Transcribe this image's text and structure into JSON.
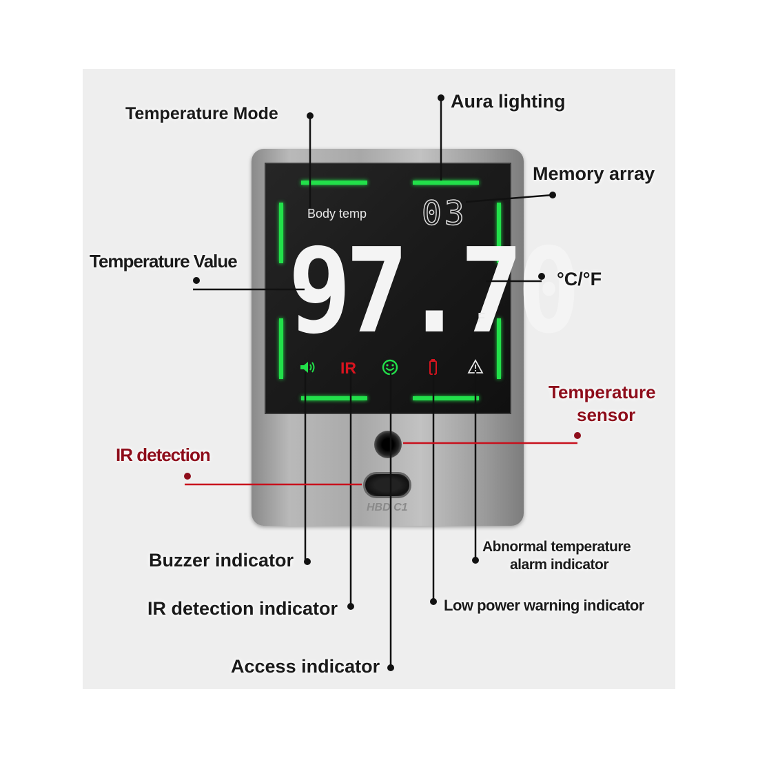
{
  "screen": {
    "mode_label": "Body temp",
    "memory_value": "03",
    "temperature_value": "97.70",
    "unit": "F",
    "model_label": "HBD C1"
  },
  "indicators": {
    "buzzer_icon": "speaker-icon",
    "ir_text": "IR",
    "access_icon": "smiley-icon",
    "battery_icon": "battery-icon",
    "alarm_icon": "warning-triangle-icon"
  },
  "callouts": {
    "temperature_mode": "Temperature Mode",
    "aura_lighting": "Aura lighting",
    "memory_array": "Memory array",
    "temperature_value": "Temperature Value",
    "unit_toggle": "°C/°F",
    "temperature_sensor_line1": "Temperature",
    "temperature_sensor_line2": "sensor",
    "ir_detection": "IR detection",
    "buzzer_indicator": "Buzzer indicator",
    "ir_detection_indicator": "IR detection indicator",
    "access_indicator": "Access indicator",
    "abnormal_alarm_line1": "Abnormal temperature",
    "abnormal_alarm_line2": "alarm indicator",
    "low_power_indicator": "Low power warning indicator"
  },
  "colors": {
    "aura_green": "#22e04a",
    "indicator_red": "#d8141f",
    "callout_red": "#8e0d1b",
    "leader_red": "#c8101c"
  }
}
